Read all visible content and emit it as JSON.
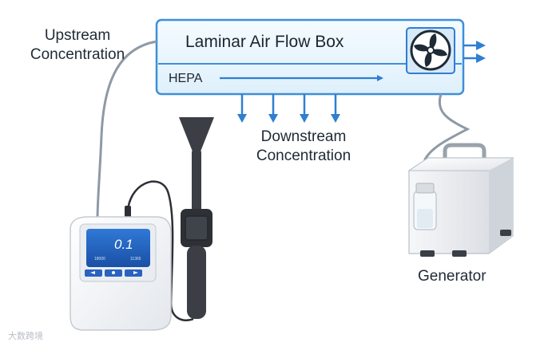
{
  "labels": {
    "upstream": "Upstream\nConcentration",
    "box_title": "Laminar Air Flow Box",
    "hepa": "HEPA",
    "downstream": "Downstream\nConcentration",
    "generator": "Generator"
  },
  "meter": {
    "display_value": "0.1",
    "screen_left": "18000",
    "screen_right": "11365"
  },
  "watermark": "大数跨境",
  "colors": {
    "box_fill": "#eaf6fd",
    "box_stroke": "#3d8fd9",
    "arrow": "#2f7fd1",
    "screen": "#1d5bb8",
    "probe": "#3b3f45",
    "tube": "#8e9aa6"
  }
}
